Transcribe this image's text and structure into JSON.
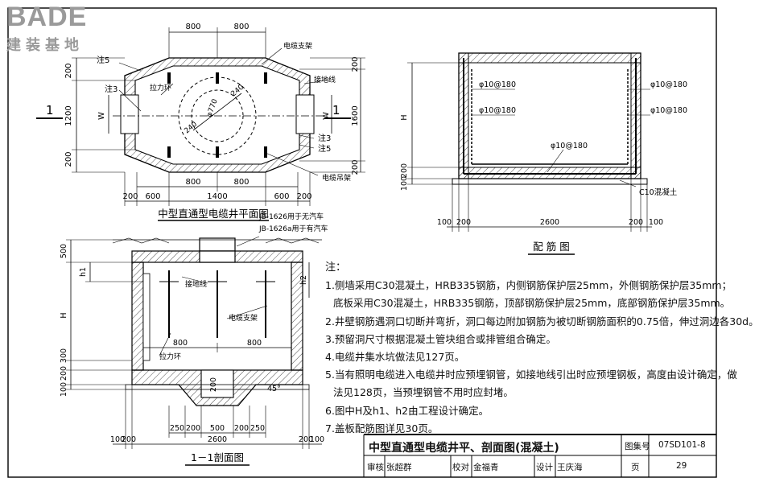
{
  "logo": {
    "brand": "BADE",
    "tagline": "建装基地"
  },
  "plan_view": {
    "title": "中型直通型电缆井平面图",
    "section_mark": "1",
    "top_dims": [
      "800",
      "800"
    ],
    "bottom_dims_1": [
      "800",
      "800"
    ],
    "bottom_dims_2": [
      "200",
      "600",
      "1400",
      "600",
      "200"
    ],
    "left_dims": [
      "200",
      "1200",
      "200"
    ],
    "right_dims": [
      "200",
      "1600",
      "200"
    ],
    "w_label": "W",
    "labels": {
      "note5": "注5",
      "note3": "注3",
      "pull_ring": "拉力环",
      "cable_bracket": "电缆支架",
      "ground_wire": "接地线",
      "note3_right": "注3",
      "note5_right": "注5",
      "cable_tray": "电缆吊架",
      "diameter": "φ770",
      "r240a": "240",
      "r240b": "240"
    }
  },
  "rebar_view": {
    "title": "配 筋 图",
    "rebar_labels": [
      "φ10@180",
      "φ10@180",
      "φ10@180",
      "φ10@180",
      "φ10@180"
    ],
    "h_label": "H",
    "left_dims": [
      "100",
      "200"
    ],
    "bottom_dims": [
      "100",
      "200",
      "2600",
      "200",
      "100"
    ],
    "c10": "C10混凝土"
  },
  "section_view": {
    "title": "1－1剖面图",
    "jb1": "JB-1626用于无汽车",
    "jb2": "JB-1626a用于有汽车",
    "left_dims": [
      "500",
      "h1",
      "H",
      "300",
      "100",
      "200"
    ],
    "h2": "h2",
    "ground_wire": "接地线",
    "cable_bracket": "电缆支架",
    "pull_ring": "拉力环",
    "inner_dims": [
      "800",
      "800"
    ],
    "sump_dim": "200",
    "angle": "45°",
    "bottom_dims_1": [
      "250",
      "200",
      "500",
      "200",
      "250"
    ],
    "bottom_dims_2": [
      "100",
      "200",
      "2600",
      "200",
      "100"
    ]
  },
  "notes": {
    "heading": "注：",
    "lines": [
      "1.侧墙采用C30混凝土，HRB335钢筋，内侧钢筋保护层25mm，外侧钢筋保护层35mm；",
      "  底板采用C30混凝土，HRB335钢筋，顶部钢筋保护层25mm，底部钢筋保护层35mm。",
      "2.井壁钢筋遇洞口切断并弯折，洞口每边附加钢筋为被切断钢筋面积的0.75倍，伸过洞边各30d。",
      "3.预留洞尺寸根据混凝土管块组合或排管组合确定。",
      "4.电缆井集水坑做法见127页。",
      "5.当有照明电缆进入电缆井时应预埋钢管，如接地线引出时应预埋钢板，高度由设计确定，做",
      "  法见128页，当预埋钢管不用时应封堵。",
      "6.图中H及h1、h2由工程设计确定。",
      "7.盖板配筋图详见30页。"
    ]
  },
  "title_block": {
    "title": "中型直通型电缆井平、剖面图(混凝土)",
    "atlas_label": "图集号",
    "atlas_no": "07SD101-8",
    "review_label": "审核",
    "reviewer": "张超群",
    "check_label": "校对",
    "checker": "金福青",
    "design_label": "设计",
    "designer": "王庆海",
    "page_label": "页",
    "page_no": "29"
  }
}
